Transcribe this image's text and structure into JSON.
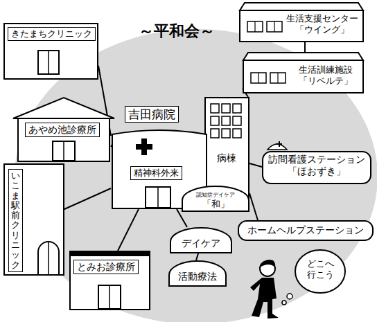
{
  "diagram": {
    "title": "～平和会～",
    "nodes": [
      {
        "text": [
          "きたまちクリニック"
        ]
      },
      {
        "text": [
          "生活支援センター「ウイング」"
        ]
      },
      {
        "text": [
          "生活訓練施設「リベルテ」"
        ]
      },
      {
        "text": [
          "あやめ池診療所"
        ]
      },
      {
        "text": [
          "病棟"
        ]
      },
      {
        "text": [
          "吉田病院",
          "精神科外来"
        ]
      },
      {
        "text": [
          "認知症デイケア",
          "「和」"
        ],
        "in": 5
      },
      {
        "text": [
          "訪問看護ステーション「ほおずき」"
        ]
      },
      {
        "text": [
          "いこま駅前クリニック"
        ]
      },
      {
        "text": [
          "ホームヘルプステーション"
        ]
      },
      {
        "text": [
          "デイケア"
        ]
      },
      {
        "text": [
          "活動療法"
        ]
      },
      {
        "text": [
          "とみお診療所"
        ]
      },
      {
        "text": [
          "どこへ 行こう"
        ]
      }
    ],
    "edges": [
      {
        "from": 5,
        "to": 0,
        "arrow": "none"
      },
      {
        "from": 1,
        "to": 2,
        "arrow": "none"
      },
      {
        "from": 2,
        "to": 4,
        "arrow": "none"
      },
      {
        "from": 5,
        "to": 3,
        "arrow": "none"
      },
      {
        "from": 4,
        "to": 7,
        "arrow": "none"
      },
      {
        "from": 5,
        "to": 8,
        "arrow": "none"
      },
      {
        "from": 4,
        "to": 9,
        "arrow": "none"
      },
      {
        "from": 5,
        "to": 10,
        "arrow": "none"
      },
      {
        "from": 10,
        "to": 11,
        "arrow": "none"
      },
      {
        "from": 5,
        "to": 12,
        "arrow": "none"
      }
    ]
  }
}
